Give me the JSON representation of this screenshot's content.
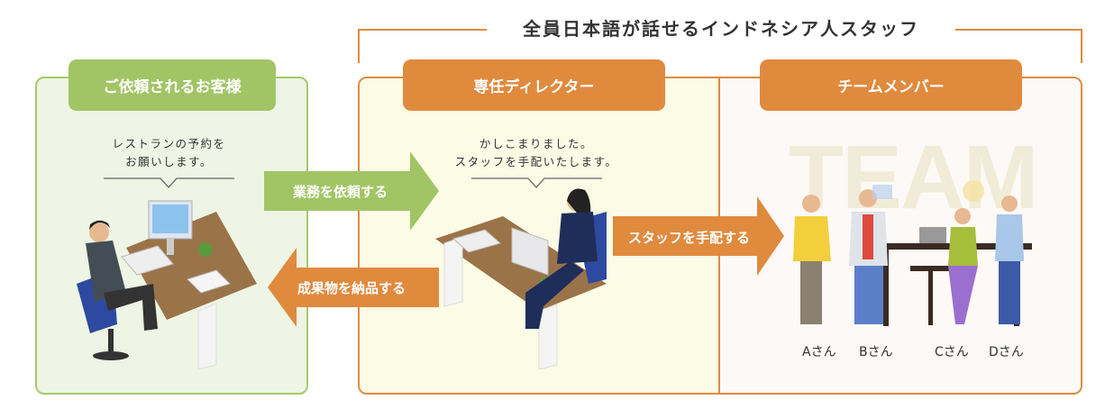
{
  "header": {
    "title": "全員日本語が話せるインドネシア人スタッフ"
  },
  "customer": {
    "title": "ご依頼されるお客様",
    "speech": [
      "レストランの予約を",
      "お願いします。"
    ]
  },
  "director": {
    "title": "専任ディレクター",
    "speech": [
      "かしこまりました。",
      "スタッフを手配いたします。"
    ]
  },
  "team": {
    "title": "チームメンバー",
    "watermark": "TEAM",
    "members": [
      "Aさん",
      "Bさん",
      "Cさん",
      "Dさん"
    ]
  },
  "arrows": {
    "request": "業務を依頼する",
    "deliver": "成果物を納品する",
    "assign": "スタッフを手配する"
  },
  "colors": {
    "green": "#a1c565",
    "orange": "#e08a3e"
  }
}
